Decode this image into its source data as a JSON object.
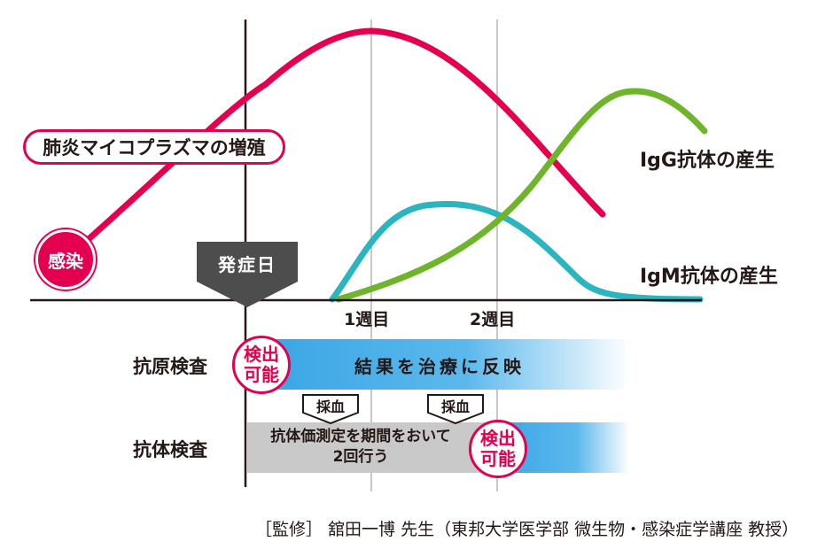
{
  "colors": {
    "pathogen": "#e5004f",
    "igm": "#2ab5bf",
    "igg": "#6fb52c",
    "antigen_bar": "#4eb0e8",
    "antibody_bar": "#c9c9c9",
    "axis": "#231815"
  },
  "labels": {
    "pathogen_curve": "肺炎マイコプラズマの増殖",
    "infection": "感染",
    "onset": "発症日",
    "igg_curve": "IgG抗体の産生",
    "igm_curve": "IgM抗体の産生",
    "week1": "1週目",
    "week2": "2週目"
  },
  "tests": {
    "antigen": {
      "label": "抗原検査",
      "detect_line1": "検出",
      "detect_line2": "可能",
      "bar_text": "結果を治療に反映"
    },
    "antibody": {
      "label": "抗体検査",
      "blood_draw_1": "採血",
      "blood_draw_2": "採血",
      "bar_text_line1": "抗体価測定を期間をおいて",
      "bar_text_line2": "2回行う",
      "detect_line1": "検出",
      "detect_line2": "可能"
    }
  },
  "footer": "［監修］ 舘田一博 先生（東邦大学医学部 微生物・感染症学講座 教授）"
}
